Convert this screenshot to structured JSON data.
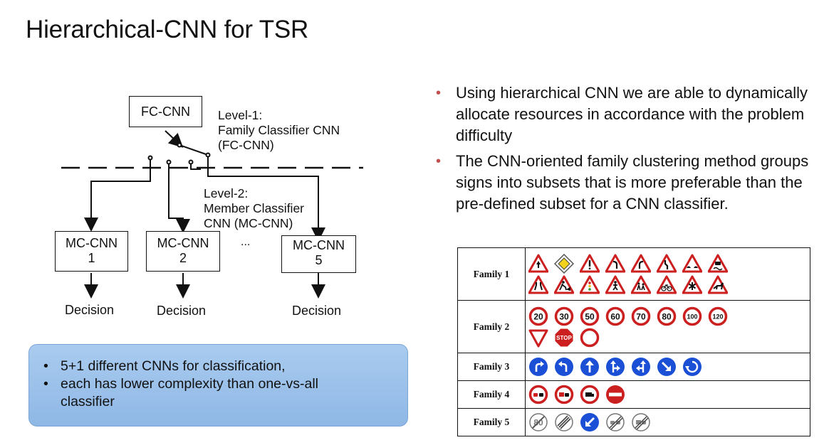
{
  "slide": {
    "title": "Hierarchical-CNN for TSR"
  },
  "diagram": {
    "fc_box": "FC-CNN",
    "level1_label": "Level-1:\nFamily Classifier CNN\n(FC-CNN)",
    "level2_label": "Level-2:\nMember Classifier\nCNN (MC-CNN)",
    "mc_boxes": [
      "MC-CNN\n1",
      "MC-CNN\n2",
      "MC-CNN\n5"
    ],
    "ellipsis": "...",
    "decision_labels": [
      "Decision",
      "Decision",
      "Decision"
    ]
  },
  "bullets": [
    "Using hierarchical CNN we are able to dynamically allocate resources in accordance with the problem difficulty",
    "The CNN-oriented family clustering method groups signs into subsets that is more preferable than the pre-defined subset for a CNN classifier."
  ],
  "callout": {
    "items": [
      "5+1 different CNNs for classification,",
      "each has lower complexity than one-vs-all classifier"
    ]
  },
  "families": [
    {
      "name": "Family 1",
      "rows": [
        [
          "warning-pedestrian-icon",
          "priority-road-icon",
          "warning-exclamation-icon",
          "warning-curve-left-icon",
          "warning-curve-right-icon",
          "warning-double-curve-icon",
          "warning-bumpy-road-icon",
          "warning-slippery-road-icon"
        ],
        [
          "warning-road-narrows-icon",
          "warning-road-work-icon",
          "warning-traffic-signals-icon",
          "warning-pedestrians-icon",
          "warning-children-icon",
          "warning-bicycles-icon",
          "warning-snow-icon",
          "warning-wild-animals-icon"
        ]
      ]
    },
    {
      "name": "Family 2",
      "speed_limits": [
        "20",
        "30",
        "50",
        "60",
        "70",
        "80",
        "100",
        "120"
      ],
      "others": [
        "yield-icon",
        "stop-icon",
        "no-vehicles-icon"
      ],
      "stop_text": "STOP"
    },
    {
      "name": "Family 3",
      "rows": [
        [
          "turn-right-ahead-icon",
          "turn-left-ahead-icon",
          "ahead-only-icon",
          "go-straight-or-right-icon",
          "go-straight-or-left-icon",
          "keep-right-icon",
          "roundabout-icon"
        ]
      ]
    },
    {
      "name": "Family 4",
      "rows": [
        [
          "no-overtaking-icon",
          "no-overtaking-trucks-icon",
          "no-trucks-icon",
          "no-entry-icon"
        ]
      ]
    },
    {
      "name": "Family 5",
      "end_speed_text": "80",
      "rows": [
        [
          "end-speed-80-icon",
          "end-restrictions-icon",
          "keep-left-icon",
          "end-no-overtaking-icon",
          "end-no-overtaking-trucks-icon"
        ]
      ]
    }
  ],
  "colors": {
    "bullet_red": "#c0504d",
    "sign_red": "#cc1f1f",
    "sign_blue": "#1a4fd6",
    "callout_blue": "#9fc3ec"
  }
}
